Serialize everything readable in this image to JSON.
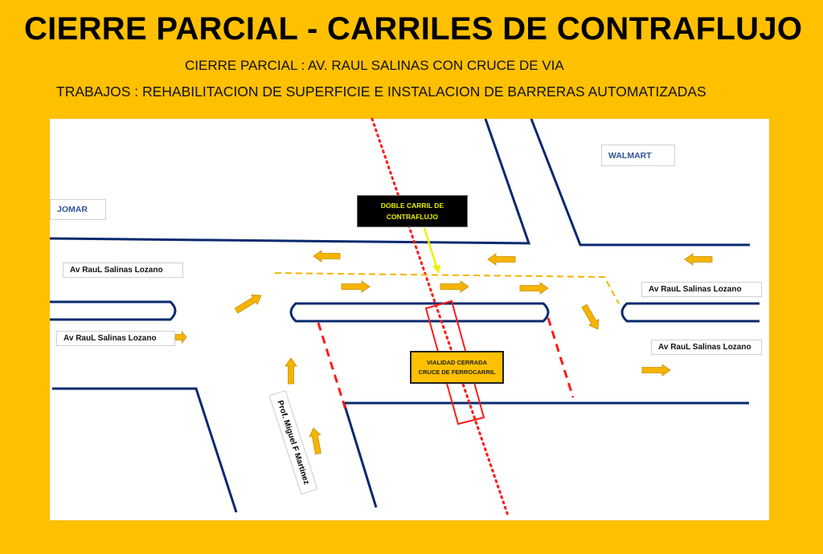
{
  "header": {
    "title": "CIERRE PARCIAL - CARRILES DE CONTRAFLUJO",
    "closure": "CIERRE PARCIAL : AV. RAUL SALINAS CON CRUCE DE VIA",
    "works": "TRABAJOS : REHABILITACION DE SUPERFICIE E INSTALACION DE BARRERAS AUTOMATIZADAS"
  },
  "map": {
    "landmarks": {
      "left": "JOMAR",
      "right": "WALMART"
    },
    "streets": {
      "avenue_top_left": "Av RauL Salinas Lozano",
      "avenue_bottom_left": "Av RauL Salinas Lozano",
      "avenue_top_right": "Av RauL Salinas Lozano",
      "avenue_bottom_right": "Av RauL Salinas Lozano",
      "cross_street": "Prof. Miguel F Martinez"
    },
    "callout_contraflow": {
      "line1": "DOBLE CARRIL DE",
      "line2": "CONTRAFLUJO"
    },
    "callout_closed": {
      "line1": "VIALIDAD CERRADA",
      "line2": "CRUCE DE FERROCARRIL"
    },
    "colors": {
      "road": "#0a2a6e",
      "rail": "#ff1a1a",
      "arrow": "#f5b400",
      "background": "#ffc000"
    }
  }
}
